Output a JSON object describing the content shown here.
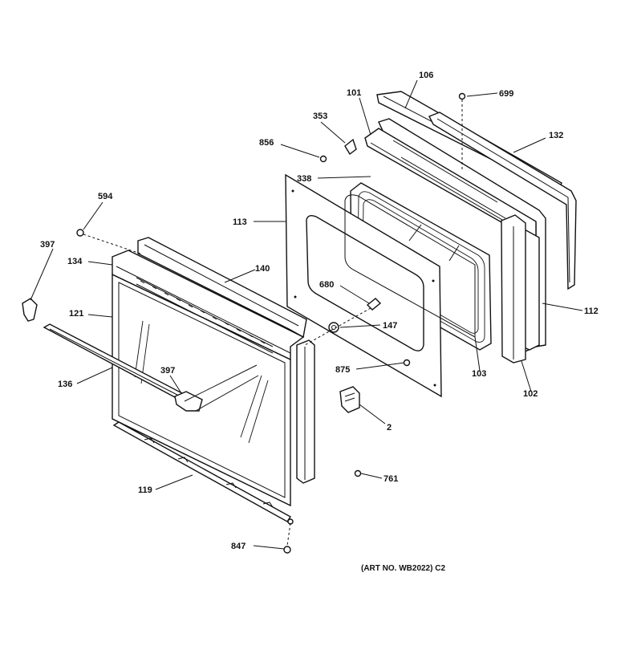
{
  "labels": {
    "l106": "106",
    "l699": "699",
    "l101": "101",
    "l353": "353",
    "l132": "132",
    "l856": "856",
    "l338": "338",
    "l594": "594",
    "l113": "113",
    "l397a": "397",
    "l134": "134",
    "l140": "140",
    "l680": "680",
    "l112": "112",
    "l121": "121",
    "l147": "147",
    "l397b": "397",
    "l875": "875",
    "l103": "103",
    "l136": "136",
    "l102": "102",
    "l2": "2",
    "l761": "761",
    "l119": "119",
    "l847": "847"
  },
  "art_number": "(ART NO. WB2022) C2"
}
